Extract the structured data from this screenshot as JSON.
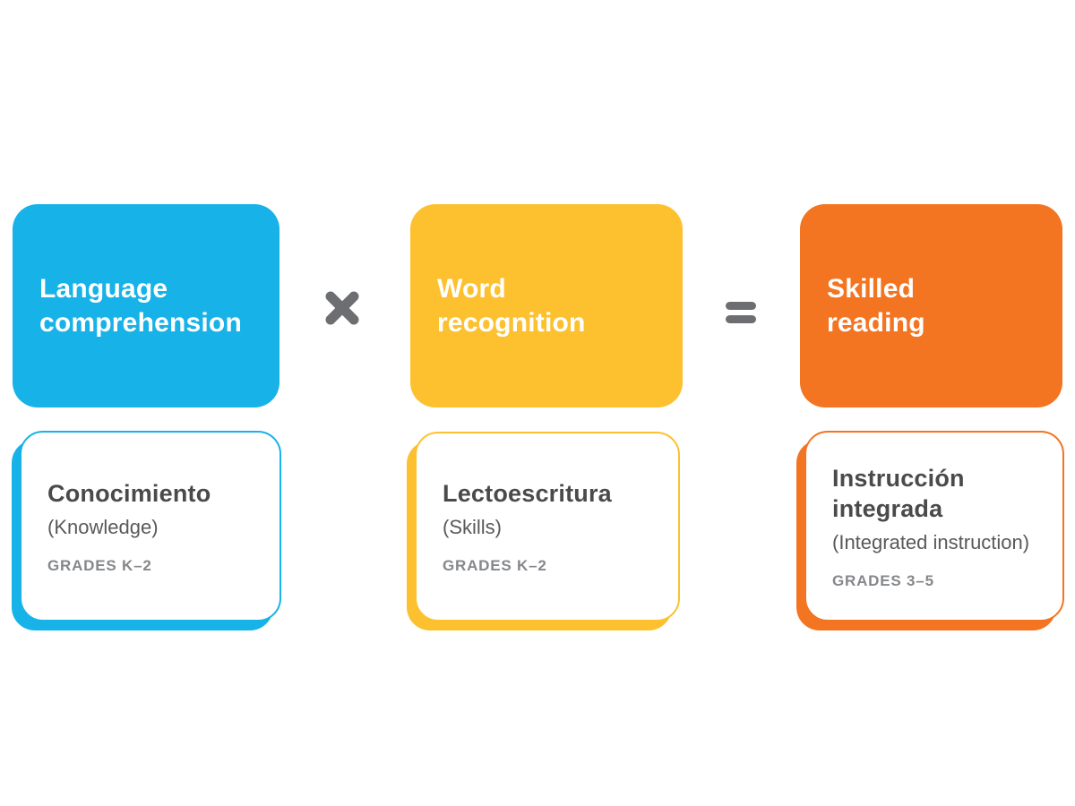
{
  "diagram": {
    "background": "#ffffff",
    "equation_cards": [
      {
        "id": "language-comprehension",
        "title": "Language\ncomprehension",
        "color": "#17b2e8",
        "text_color": "#ffffff"
      },
      {
        "id": "word-recognition",
        "title": "Word\nrecognition",
        "color": "#fdc130",
        "text_color": "#ffffff"
      },
      {
        "id": "skilled-reading",
        "title": "Skilled\nreading",
        "color": "#f37421",
        "text_color": "#ffffff"
      }
    ],
    "operators": {
      "multiply": {
        "glyph": "×",
        "color": "#6d6e71"
      },
      "equals": {
        "glyph": "=",
        "color": "#6d6e71"
      }
    },
    "program_cards": [
      {
        "id": "conocimiento",
        "title": "Conocimiento",
        "subtitle": "(Knowledge)",
        "grades": "GRADES K–2",
        "accent_color": "#17b2e8"
      },
      {
        "id": "lectoescritura",
        "title": "Lectoescritura",
        "subtitle": "(Skills)",
        "grades": "GRADES K–2",
        "accent_color": "#fdc130"
      },
      {
        "id": "instruccion-integrada",
        "title": "Instrucción\nintegrada",
        "subtitle": "(Integrated instruction)",
        "grades": "GRADES 3–5",
        "accent_color": "#f37421"
      }
    ],
    "text_colors": {
      "program_title": "#4a4a4c",
      "program_subtitle": "#58595b",
      "program_grades": "#85878a"
    }
  }
}
